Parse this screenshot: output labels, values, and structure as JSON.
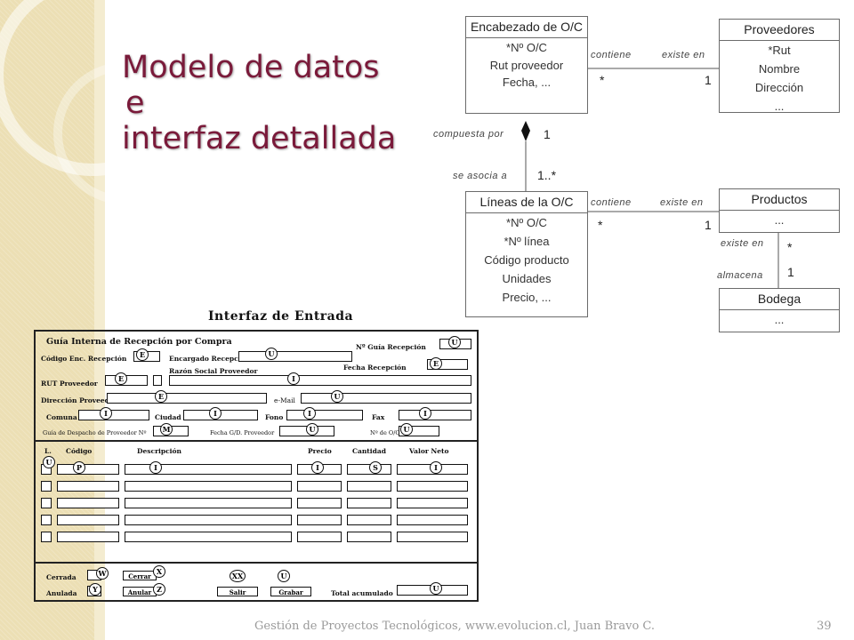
{
  "slide": {
    "title_lines": [
      "Modelo de datos",
      "e",
      "interfaz detallada"
    ],
    "footer": "Gestión de Proyectos Tecnológicos, www.evolucion.cl, Juan Bravo C.",
    "page_number": "39"
  },
  "diagram": {
    "entities": {
      "encabezado": {
        "header": "Encabezado de O/C",
        "attrs": [
          "*Nº O/C",
          "Rut proveedor",
          "Fecha, ..."
        ]
      },
      "proveedores": {
        "header": "Proveedores",
        "attrs": [
          "*Rut",
          "Nombre",
          "Dirección",
          "..."
        ]
      },
      "lineas": {
        "header": "Líneas de la O/C",
        "attrs": [
          "*Nº O/C",
          "*Nº línea",
          "Código producto",
          "Unidades",
          "Precio, ..."
        ]
      },
      "productos": {
        "header": "Productos",
        "attrs": [
          "..."
        ]
      },
      "bodega": {
        "header": "Bodega",
        "attrs": [
          "..."
        ]
      }
    },
    "relations": {
      "enc_prov": {
        "left_label": "contiene",
        "right_label": "existe en",
        "left_mult": "*",
        "right_mult": "1"
      },
      "enc_lin": {
        "top_label": "compuesta por",
        "top_mult": "1",
        "bottom_label": "se asocia a",
        "bottom_mult": "1..*"
      },
      "lin_prod": {
        "left_label": "contiene",
        "right_label": "existe en",
        "left_mult": "*",
        "right_mult": "1"
      },
      "prod_bod": {
        "top_label": "existe en",
        "top_mult": "*",
        "bottom_label": "almacena",
        "bottom_mult": "1"
      }
    }
  },
  "form": {
    "caption": "Interfaz de Entrada",
    "heading": "Guía Interna de Recepción por Compra",
    "labels": {
      "nro_guia": "Nº Guía Recepción",
      "codigo_enc": "Código Enc. Recepción",
      "encargado": "Encargado Recepción",
      "razon_social": "Razón Social Proveedor",
      "fecha_recepcion": "Fecha Recepción",
      "rut": "RUT Proveedor",
      "direccion": "Dirección Proveedor",
      "email": "e-Mail",
      "comuna": "Comuna",
      "ciudad": "Ciudad",
      "fono": "Fono",
      "fax": "Fax",
      "guia_despacho": "Guía de Despacho de Proveedor Nº",
      "fecha_guia": "Fecha G/D. Proveedor",
      "nro_oc": "Nº de O/C."
    },
    "columns": [
      "L.",
      "Código",
      "Descripción",
      "Precio",
      "Cantidad",
      "Valor Neto"
    ],
    "bottom": {
      "cerrada": "Cerrada",
      "anulada": "Anulada",
      "cerrar": "Cerrar",
      "anular": "Anular",
      "salir": "Salir",
      "grabar": "Grabar",
      "total": "Total acumulado"
    },
    "tags": {
      "nro_guia": "U",
      "codigo_enc": "E",
      "encargado": "U",
      "razon_social": "I",
      "fecha_recepcion": "E",
      "rut": "E",
      "direccion": "E",
      "email": "U",
      "comuna": "I",
      "ciudad": "I",
      "fono": "I",
      "fax": "I",
      "guia_despacho": "M",
      "fecha_guia": "U",
      "nro_oc": "U",
      "linea": "U",
      "codigo": "P",
      "descripcion": "I",
      "precio": "I",
      "cantidad": "S",
      "valor": "I",
      "cerrada": "W",
      "anulada": "Y",
      "cerrar": "X",
      "anular": "Z",
      "salir": "XX",
      "grabar": "U",
      "total": "U"
    }
  }
}
